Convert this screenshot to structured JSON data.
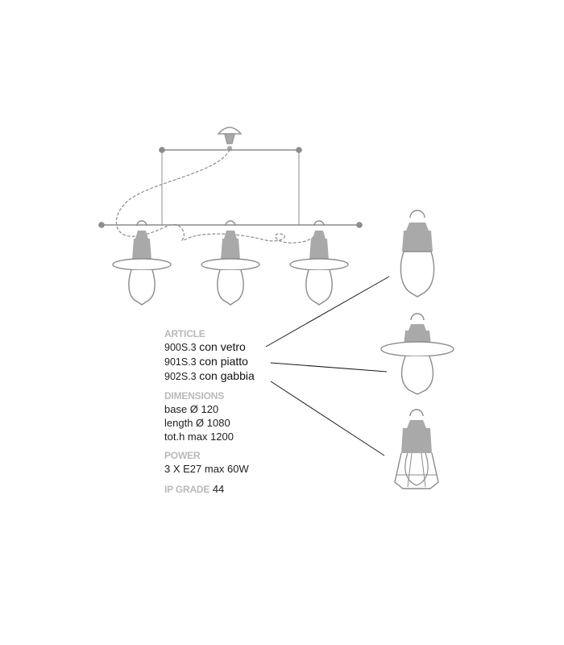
{
  "article": {
    "label": "ARTICLE",
    "items": [
      {
        "code": "900S.3",
        "desc": "con vetro"
      },
      {
        "code": "901S.3",
        "desc": "con piatto"
      },
      {
        "code": "902S.3",
        "desc": "con gabbia"
      }
    ]
  },
  "dimensions": {
    "label": "DIMENSIONS",
    "lines": [
      "base Ø 120",
      "length Ø 1080",
      "tot.h max 1200"
    ]
  },
  "power": {
    "label": "POWER",
    "lines": [
      "3 X E27 max 60W"
    ]
  },
  "ip_grade": {
    "label": "IP GRADE",
    "value": "44"
  },
  "colors": {
    "line": "#8c8c8c",
    "metal": "#a9a9a9",
    "label_grey": "#b9b9b9",
    "text": "#1f1f1f"
  }
}
